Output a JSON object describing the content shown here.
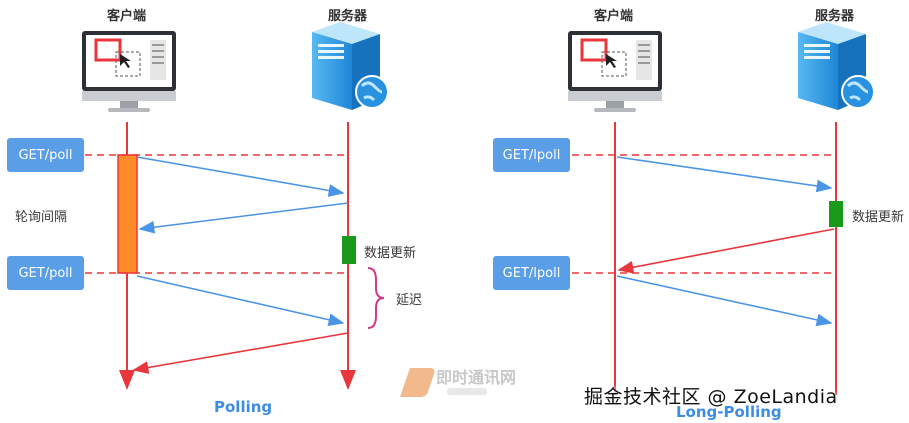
{
  "left": {
    "client_label": "客户端",
    "server_label": "服务器",
    "request_1": "GET/poll",
    "request_2": "GET/poll",
    "interval_label": "轮询间隔",
    "update_label": "数据更新",
    "delay_label": "延迟",
    "caption": "Polling"
  },
  "right": {
    "client_label": "客户端",
    "server_label": "服务器",
    "request_1": "GET/lpoll",
    "request_2": "GET/lpoll",
    "update_label": "数据更新",
    "caption": "Long-Polling"
  },
  "watermark": {
    "text": "掘金技术社区 @ ZoeLandia",
    "logo_text": "即时通讯网"
  },
  "colors": {
    "lifeline": "#e8363c",
    "request_box": "#5b9ee8",
    "blue_arrow": "#4b95e6",
    "red_arrow": "#e8363c",
    "interval_bar": "#ff8c2a",
    "update_block": "#1a9a1a",
    "brace": "#d4388a"
  }
}
